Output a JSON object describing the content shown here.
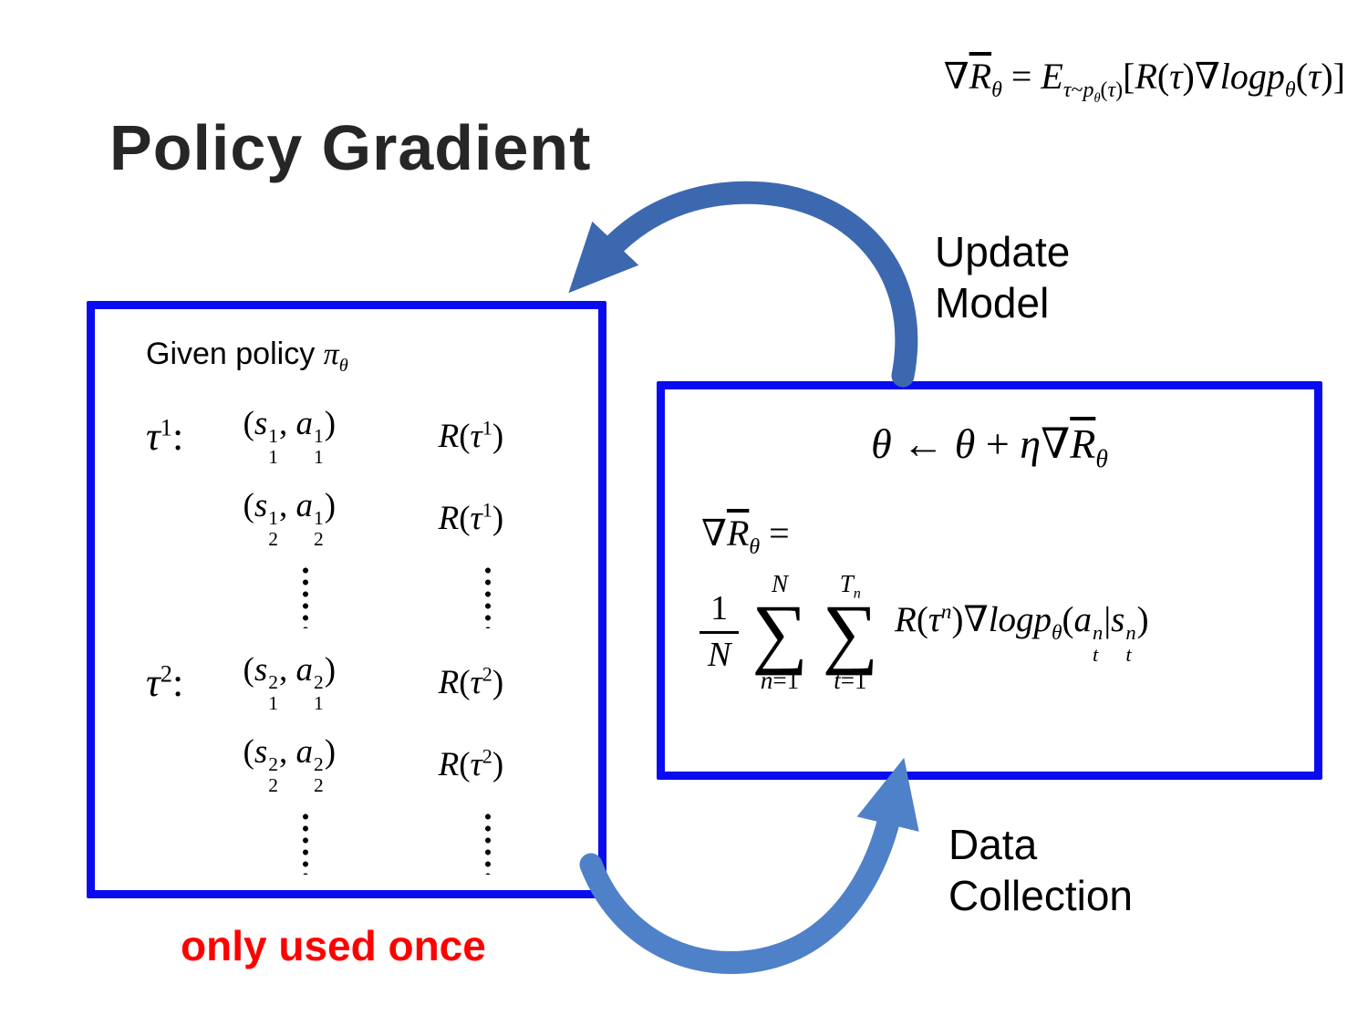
{
  "title": "Policy Gradient",
  "formulas": {
    "top": "∇<span class='bar'><i>R</i></span><sub><i>θ</i></sub> = <i>E</i><sub><i>τ</i>~<i>p</i><sub><i>θ</i></sub>(<i>τ</i>)</sub>[<i>R</i>(<i>τ</i>)∇<i>logp</i><sub><i>θ</i></sub>(<i>τ</i>)]",
    "update_rule": "<i>θ</i> ← <i>θ</i> + <i>η</i>∇<span class='bar'><i>R</i></span><sub><i>θ</i></sub>",
    "grad_lhs": "∇<span class='bar'><i>R</i></span><sub><i>θ</i></sub> =",
    "frac_top": "1",
    "frac_bottom": "<i>N</i>",
    "sigma": "∑",
    "sum1_top": "<i>N</i>",
    "sum1_bottom": "<i>n</i>=1",
    "sum2_top": "<i>T</i><sub><i>n</i></sub>",
    "sum2_bottom": "<i>t</i>=1",
    "rhs": "<i>R</i>(<i>τ</i><sup><i>n</i></sup>)∇<i>logp</i><sub><i>θ</i></sub>(<i>a</i><span class='ss'><span class='t'><i>n</i></span><span class='b'><i>t</i></span></span>|<i>s</i><span class='ss'><span class='t'><i>n</i></span><span class='b'><i>t</i></span></span>)"
  },
  "left_box": {
    "header": "Given policy <span class='math'><i>π</i><sub><i>θ</i></sub></span>",
    "rows": [
      {
        "label": "<i>τ</i><sup>1</sup>:",
        "pair": "(<i>s</i><span class='ss'><span class='t'>1</span><span class='b'>1</span></span>, <i>a</i><span class='ss'><span class='t'>1</span><span class='b'>1</span></span>)",
        "reward": "<i>R</i>(<i>τ</i><sup>1</sup>)"
      },
      {
        "label": "",
        "pair": "(<i>s</i><span class='ss'><span class='t'>1</span><span class='b'>2</span></span>, <i>a</i><span class='ss'><span class='t'>1</span><span class='b'>2</span></span>)",
        "reward": "<i>R</i>(<i>τ</i><sup>1</sup>)"
      },
      {
        "dots": true
      },
      {
        "label": "<i>τ</i><sup>2</sup>:",
        "pair": "(<i>s</i><span class='ss'><span class='t'>2</span><span class='b'>1</span></span>, <i>a</i><span class='ss'><span class='t'>2</span><span class='b'>1</span></span>)",
        "reward": "<i>R</i>(<i>τ</i><sup>2</sup>)"
      },
      {
        "label": "",
        "pair": "(<i>s</i><span class='ss'><span class='t'>2</span><span class='b'>2</span></span>, <i>a</i><span class='ss'><span class='t'>2</span><span class='b'>2</span></span>)",
        "reward": "<i>R</i>(<i>τ</i><sup>2</sup>)"
      },
      {
        "dots": true
      }
    ]
  },
  "labels": {
    "update_model": "Update\nModel",
    "data_collection": "Data\nCollection",
    "only_used_once": "only used once"
  },
  "colors": {
    "box_border": "#0b0bf0",
    "arrow_top": "#3c68b0",
    "arrow_bottom": "#4f81c9",
    "warning_red": "#ff0000"
  }
}
